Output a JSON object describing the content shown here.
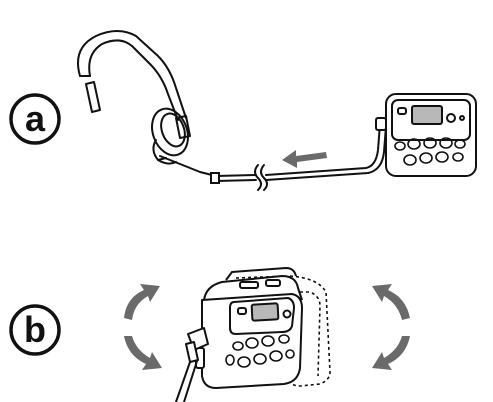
{
  "steps": [
    {
      "label": "a"
    },
    {
      "label": "b"
    }
  ],
  "colors": {
    "line": "#111111",
    "arrow": "#6a6a6a",
    "display": "#b8b8b8",
    "background": "#ffffff"
  },
  "icons": {
    "headphones": "headphones-icon",
    "radio": "portable-radio-icon",
    "cable": "headphone-cable",
    "plug_arrow": "insert-direction-arrow",
    "rotate_arrows": "curved-rotate-arrows"
  }
}
